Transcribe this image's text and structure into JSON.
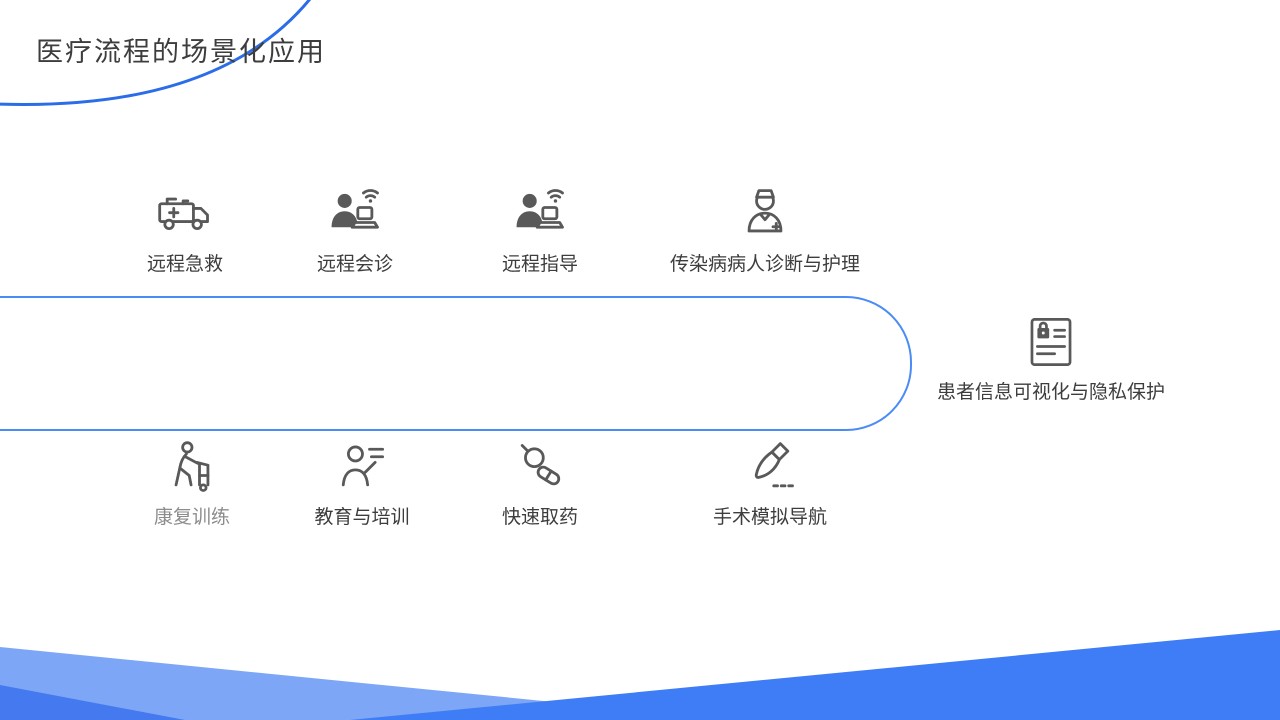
{
  "slide": {
    "title": "医疗流程的场景化应用",
    "top_row": [
      {
        "label": "远程急救",
        "icon": "ambulance-icon"
      },
      {
        "label": "远程会诊",
        "icon": "remote-consult-icon"
      },
      {
        "label": "远程指导",
        "icon": "remote-guidance-icon"
      },
      {
        "label": "传染病病人诊断与护理",
        "icon": "nurse-icon"
      }
    ],
    "right_item": {
      "label": "患者信息可视化与隐私保护",
      "icon": "patient-card-lock-icon"
    },
    "bottom_row": [
      {
        "label": "康复训练",
        "icon": "rehab-walker-icon"
      },
      {
        "label": "教育与培训",
        "icon": "education-icon"
      },
      {
        "label": "快速取药",
        "icon": "medicine-capsule-icon"
      },
      {
        "label": "手术模拟导航",
        "icon": "scalpel-icon"
      }
    ],
    "colors": {
      "accent_arc": "#2b6ce8",
      "pill_border": "#4a8cf6",
      "icon_gray": "#595959",
      "title_gray": "#3d3d3d",
      "label_gray": "#3d3d3d",
      "muted_label_gray": "#8c8c8c",
      "tri_light": "#7ea6f6",
      "tri_bright": "#3f7df7",
      "tri_corner": "#4479ef"
    }
  }
}
